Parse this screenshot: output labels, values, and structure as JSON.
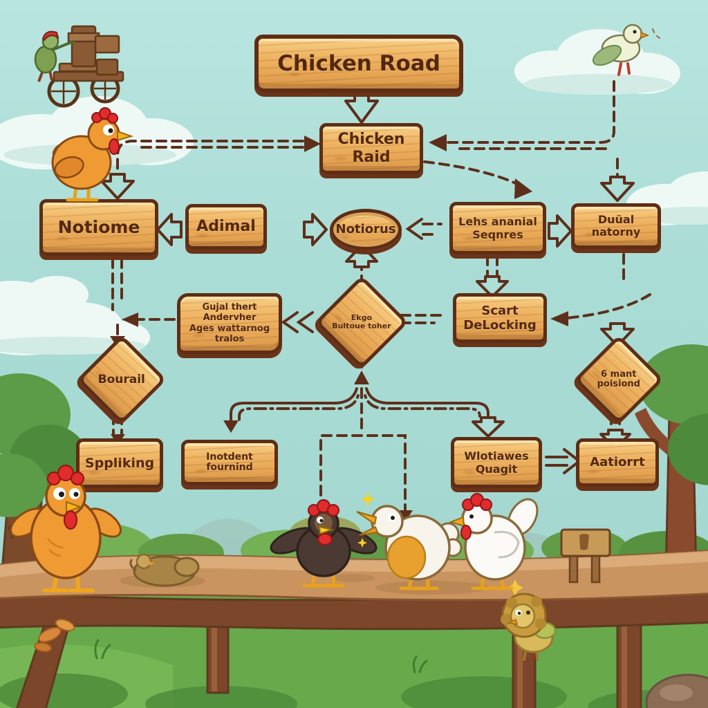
{
  "scene": {
    "description": "cartoon chicken flowchart illustration",
    "colors": {
      "sky": "#a9dcd5",
      "wood_fill": "#eeb264",
      "wood_border": "#5e2d15",
      "sign_text": "#54280f",
      "arrow": "#5d2f1b",
      "grass": "#68a94c",
      "platform": "#c9945f",
      "cloud": "#eef9f6"
    }
  },
  "nodes": {
    "title": {
      "label": "Chicken Road"
    },
    "raid": {
      "line1": "Chicken",
      "line2": "Raid"
    },
    "notiome": {
      "label": "Notiome"
    },
    "adimal": {
      "label": "Adimal"
    },
    "notiorus": {
      "label": "Notiorus"
    },
    "lehs": {
      "line1": "Lehs ananial",
      "line2": "Seqnres"
    },
    "duual": {
      "label": "Duüal natorny"
    },
    "qujal": {
      "line1": "Gujal thert",
      "line2": "Andervher",
      "line3": "Ages wattarnog",
      "line4": "tralos"
    },
    "ekgo": {
      "line1": "Ekgo",
      "line2": "Bultoue toher"
    },
    "scart": {
      "line1": "Scart",
      "line2": "DeLocking"
    },
    "bourail": {
      "label": "Bourail"
    },
    "mant": {
      "line1": "6 mant",
      "line2": "poisiond"
    },
    "sppliking": {
      "label": "Sppliking"
    },
    "inotdent": {
      "label": "Inotdent fournind"
    },
    "wlotiawes": {
      "line1": "Wlotiawes",
      "line2": "Quagit"
    },
    "aatiorrt": {
      "label": "Aatiorrt"
    }
  },
  "characters": {
    "cart_rider": "chicken-riding-wooden-cart-bicycle",
    "perched_chicken": "orange-chicken-standing-on-sign",
    "cloud_bird": "pale-green-bird-on-cloud",
    "hero_chicken": "orange-chicken-wings-spread",
    "sleeping_critter": "brown-critter-lying-on-bridge",
    "dark_rooster": "dark-rooster-wings-spread",
    "squawking_chicken": "white-orange-squawking-chicken",
    "white_hen": "white-hen",
    "mane_chick": "lion-maned-chick",
    "perch_stand": "small-wooden-stand"
  }
}
